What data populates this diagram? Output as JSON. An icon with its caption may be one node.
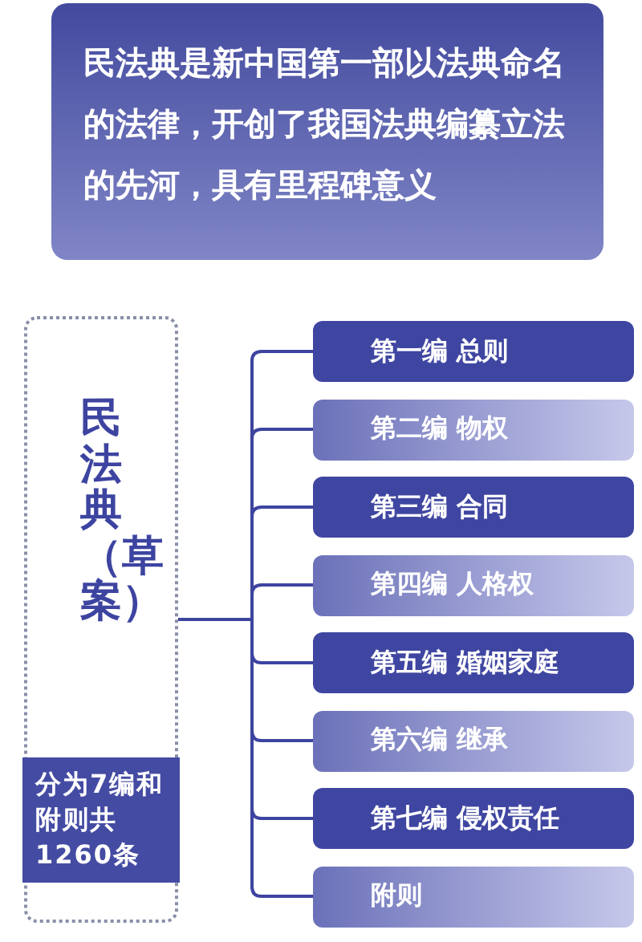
{
  "diagram": {
    "nodes": [
      {
        "text": [
          "民法典是新中国第一部以法典命名的法律，开创了我国法典编纂立法的先河，具有里程碑意义"
        ]
      },
      {
        "text": [
          "民法典（草案）"
        ]
      },
      {
        "text": [
          "分为7编和附则共1260条"
        ],
        "in": 1
      },
      {
        "text": [
          "第一编 总则"
        ]
      },
      {
        "text": [
          "第二编 物权"
        ]
      },
      {
        "text": [
          "第三编 合同"
        ]
      },
      {
        "text": [
          "第四编 人格权"
        ]
      },
      {
        "text": [
          "第五编 婚姻家庭"
        ]
      },
      {
        "text": [
          "第六编 继承"
        ]
      },
      {
        "text": [
          "第七编 侵权责任"
        ]
      },
      {
        "text": [
          "附则"
        ]
      }
    ],
    "edges": [
      {
        "from": 1,
        "to": 3,
        "arrow": "none"
      },
      {
        "from": 1,
        "to": 4,
        "arrow": "none"
      },
      {
        "from": 1,
        "to": 5,
        "arrow": "none"
      },
      {
        "from": 1,
        "to": 6,
        "arrow": "none"
      },
      {
        "from": 1,
        "to": 7,
        "arrow": "none"
      },
      {
        "from": 1,
        "to": 8,
        "arrow": "none"
      },
      {
        "from": 1,
        "to": 9,
        "arrow": "none"
      },
      {
        "from": 1,
        "to": 10,
        "arrow": "none"
      }
    ]
  }
}
